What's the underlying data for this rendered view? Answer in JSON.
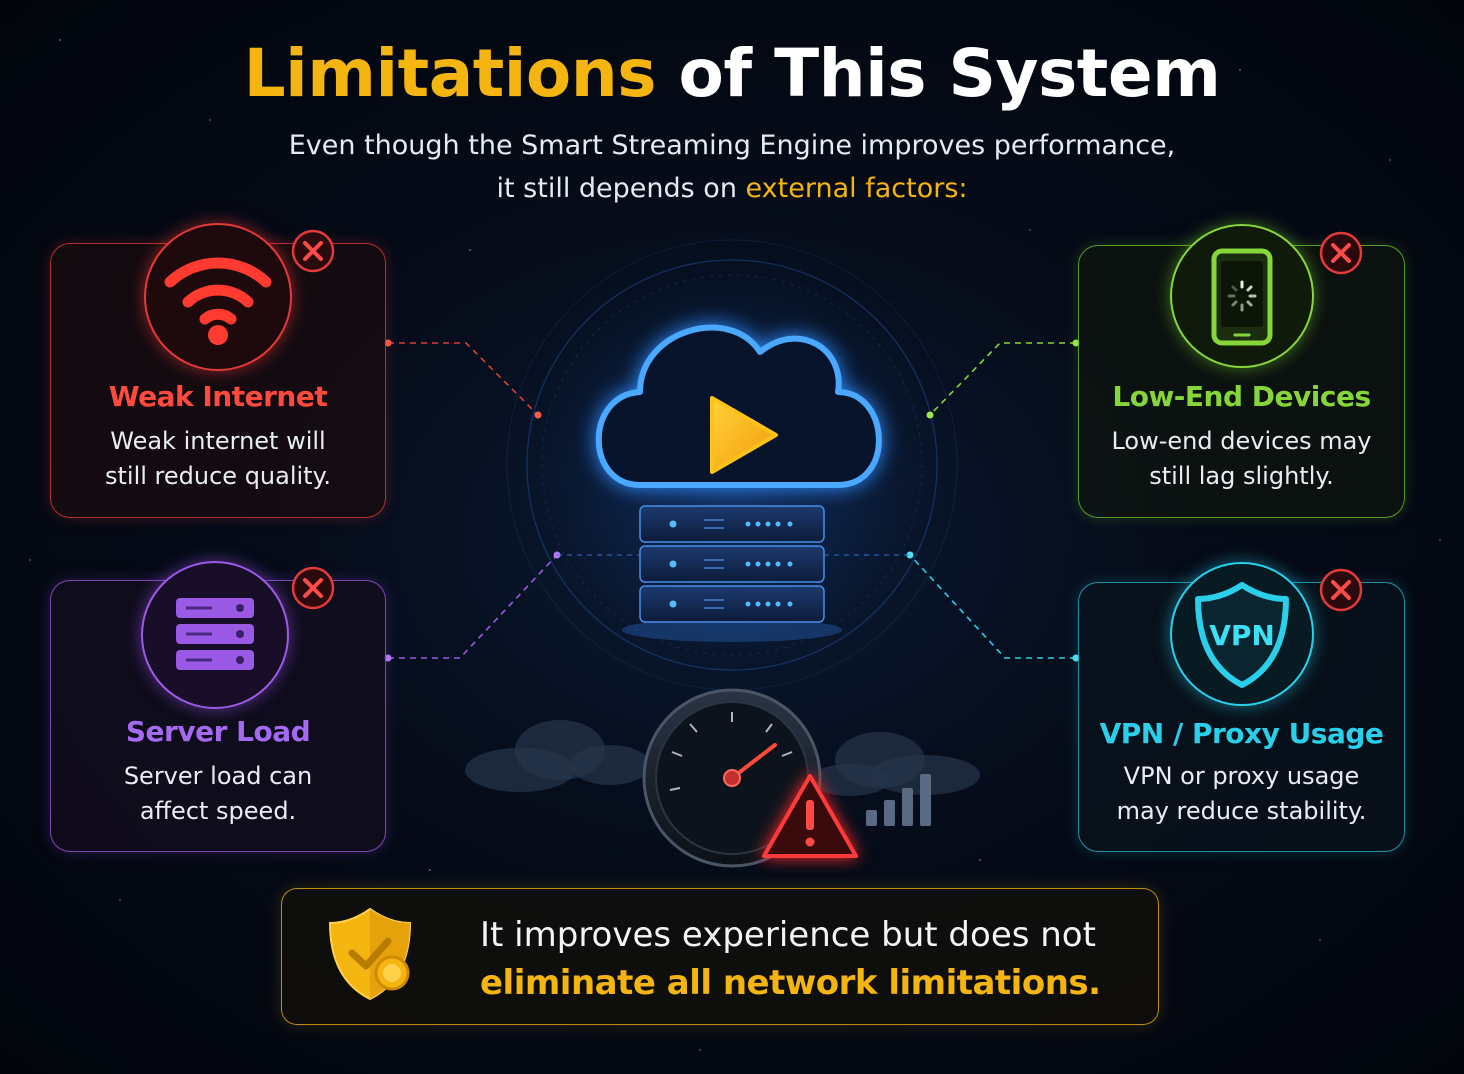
{
  "header": {
    "title_highlight": "Limitations",
    "title_rest": "of This System",
    "subtitle_line1": "Even though the Smart Streaming Engine improves performance,",
    "subtitle_line2_prefix": "it still depends on ",
    "subtitle_line2_highlight": "external factors:"
  },
  "cards": [
    {
      "id": "weak-internet",
      "title": "Weak Internet",
      "description": "Weak internet will\nstill reduce quality.",
      "icon": "wifi-icon",
      "accent": "#ff4a3d"
    },
    {
      "id": "server-load",
      "title": "Server Load",
      "description": "Server load can\naffect speed.",
      "icon": "server-icon",
      "accent": "#a46af2"
    },
    {
      "id": "low-end-devices",
      "title": "Low-End Devices",
      "description": "Low-end devices may\nstill lag slightly.",
      "icon": "smartphone-icon",
      "accent": "#86d63a"
    },
    {
      "id": "vpn-proxy",
      "title": "VPN / Proxy Usage",
      "description": "VPN or proxy usage\nmay reduce stability.",
      "icon": "vpn-shield-icon",
      "icon_text": "VPN",
      "accent": "#2ad0ea"
    }
  ],
  "center": {
    "icons": [
      "cloud-play-icon",
      "server-rack-icon",
      "speedometer-icon",
      "warning-icon",
      "signal-bars-icon"
    ]
  },
  "banner": {
    "line1": "It improves experience but does not",
    "line2": "eliminate all network limitations.",
    "icon": "shield-check-icon",
    "accent": "#f5b511"
  },
  "colors": {
    "highlight": "#f5b511",
    "background": "#050b18"
  }
}
